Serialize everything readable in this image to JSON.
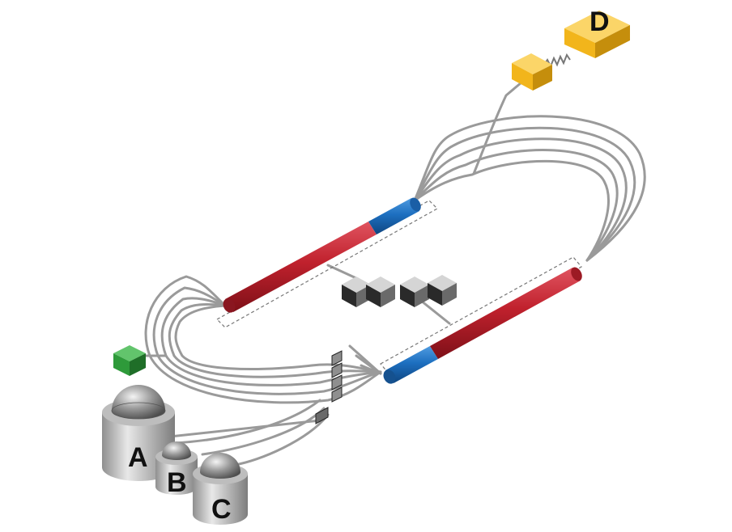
{
  "labels": {
    "hall_a": "A",
    "hall_b": "B",
    "hall_c": "C",
    "hall_d": "D"
  },
  "colors": {
    "background": "#ffffff",
    "beamline": "#9a9a9a",
    "linac_red": "#c0212d",
    "linac_blue": "#1d6fc0",
    "hall_d_yellow": "#f2b51b",
    "injector_green": "#2e9a3a",
    "hall_dome": "#8c8c8c",
    "hall_body": "#b5b5b5",
    "cryo_module": "#555555",
    "label_text": "#111111"
  },
  "icons": {
    "hall_a": "experimental-hall-dome",
    "hall_b": "experimental-hall-dome",
    "hall_c": "experimental-hall-dome",
    "hall_d": "tagger-and-hall-box",
    "injector": "injector-cube",
    "refrigerator": "central-helium-liquefier-blocks"
  }
}
